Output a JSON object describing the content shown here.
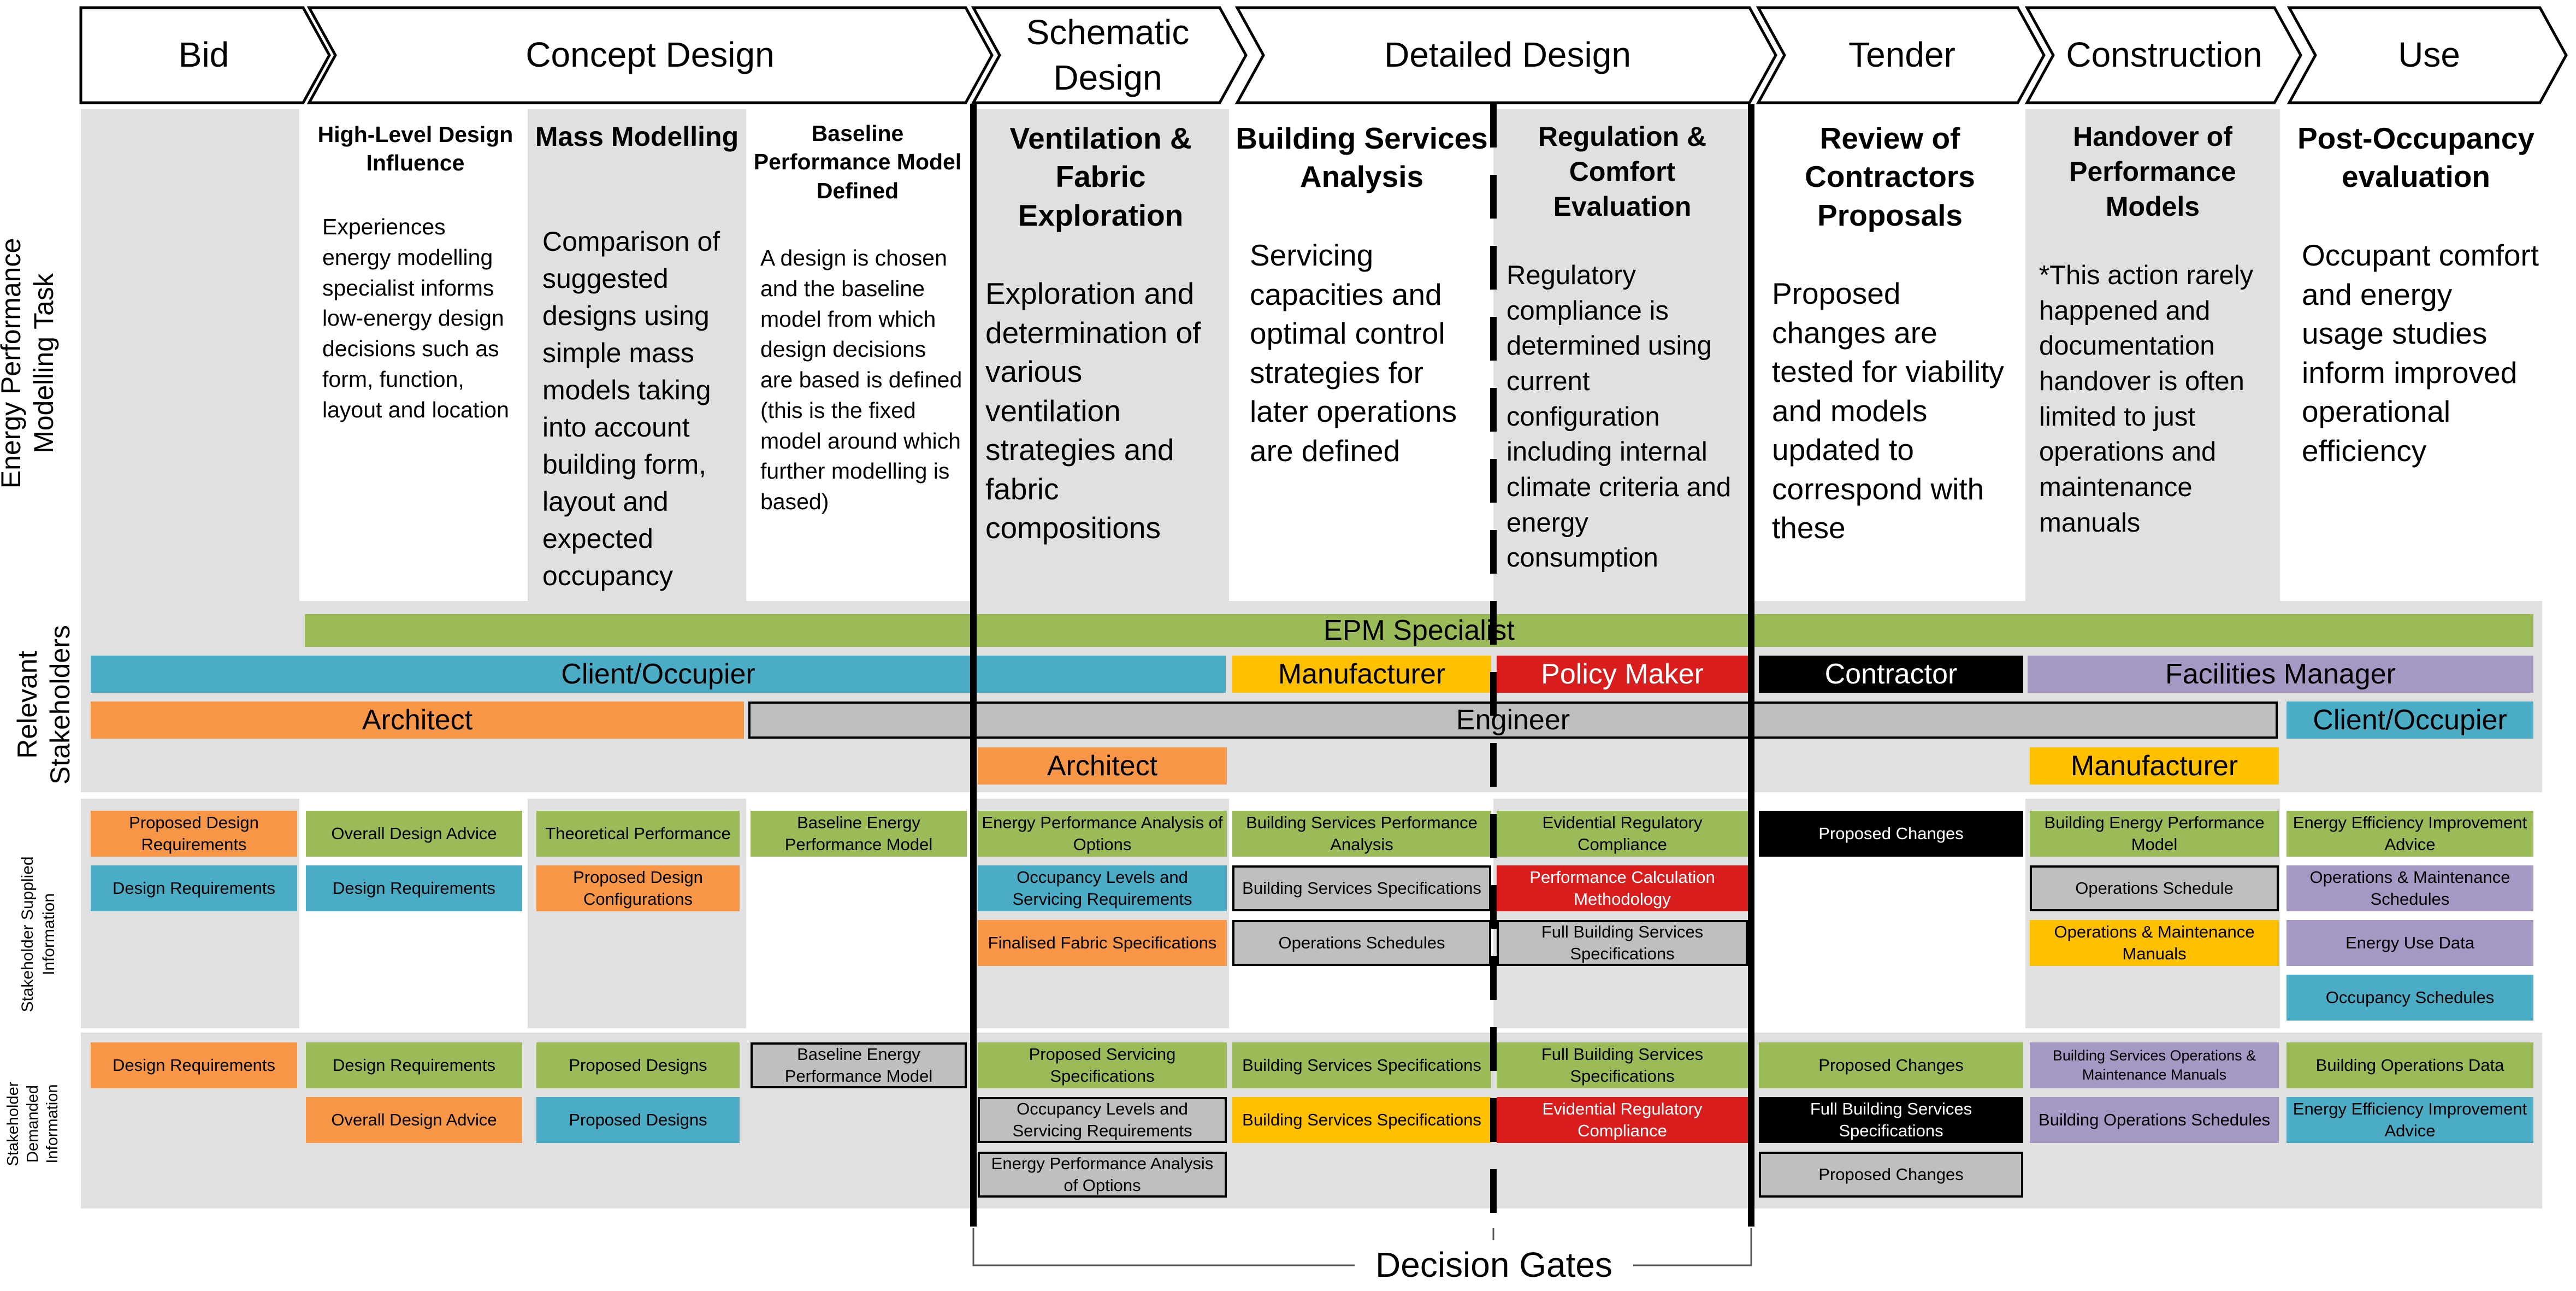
{
  "phases": [
    "Bid",
    "Concept Design",
    "Schematic Design",
    "Detailed Design",
    "Tender",
    "Construction",
    "Use"
  ],
  "row_labels": {
    "task": "Energy Performance Modelling Task",
    "stakeholders": "Relevant Stakeholders",
    "supplied": "Stakeholder Supplied Information",
    "demanded": "Stakeholder Demanded Information"
  },
  "tasks": [
    {
      "title": "High-Level Design Influence",
      "body": "Experiences energy modelling specialist informs low-energy design decisions such as form, function, layout and location"
    },
    {
      "title": "Mass Modelling",
      "body": "Comparison of suggested designs using simple mass models taking into account building form, layout and expected occupancy"
    },
    {
      "title": "Baseline Performance Model Defined",
      "body": "A design is chosen and the baseline model from which design decisions are based is defined (this is the fixed model around which further modelling is based)"
    },
    {
      "title": "Ventilation & Fabric Exploration",
      "body": "Exploration and determination of various ventilation strategies and fabric compositions"
    },
    {
      "title": "Building Services Analysis",
      "body": "Servicing capacities and optimal control strategies for later operations are defined"
    },
    {
      "title": "Regulation & Comfort Evaluation",
      "body": "Regulatory compliance is determined using current configuration including internal climate criteria and energy consumption"
    },
    {
      "title": "Review of Contractors Proposals",
      "body": "Proposed changes are tested for viability and models updated to correspond with these"
    },
    {
      "title": "Handover of Performance Models",
      "body": "*This action rarely happened and documentation handover is often limited to just operations and maintenance manuals"
    },
    {
      "title": "Post-Occupancy evaluation",
      "body": "Occupant comfort and energy usage studies inform improved operational efficiency"
    }
  ],
  "stakeholders": {
    "epm": "EPM Specialist",
    "client1": "Client/Occupier",
    "manufacturer1": "Manufacturer",
    "policy": "Policy Maker",
    "contractor": "Contractor",
    "facilities": "Facilities Manager",
    "architect1": "Architect",
    "engineer": "Engineer",
    "client2": "Client/Occupier",
    "architect2": "Architect",
    "manufacturer2": "Manufacturer"
  },
  "supplied": {
    "bid1": "Proposed Design Requirements",
    "bid2": "Design Requirements",
    "cd1a": "Overall Design Advice",
    "cd1b": "Design Requirements",
    "cd2a": "Theoretical Performance",
    "cd2b": "Proposed Design Configurations",
    "cd3a": "Baseline Energy Performance Model",
    "sd1": "Energy Performance Analysis of Options",
    "sd2": "Occupancy Levels and Servicing Requirements",
    "sd3": "Finalised Fabric Specifications",
    "dd1a": "Building Services Performance Analysis",
    "dd1b": "Building Services Specifications",
    "dd1c": "Operations Schedules",
    "dd2a": "Evidential Regulatory Compliance",
    "dd2b": "Performance Calculation Methodology",
    "dd2c": "Full Building Services Specifications",
    "t1": "Proposed Changes",
    "c1": "Building Energy Performance Model",
    "c2": "Operations Schedule",
    "c3": "Operations & Maintenance Manuals",
    "u1": "Energy Efficiency Improvement Advice",
    "u2": "Operations & Maintenance Schedules",
    "u3": "Energy Use Data",
    "u4": "Occupancy Schedules"
  },
  "demanded": {
    "bid1": "Design Requirements",
    "cd1a": "Design Requirements",
    "cd1b": "Overall Design Advice",
    "cd2a": "Proposed Designs",
    "cd2b": "Proposed Designs",
    "cd3a": "Baseline Energy Performance Model",
    "sd1": "Proposed Servicing Specifications",
    "sd2": "Occupancy Levels and Servicing Requirements",
    "sd3": "Energy Performance Analysis of Options",
    "dd1a": "Building Services Specifications",
    "dd1b": "Building Services Specifications",
    "dd2a": "Full Building Services Specifications",
    "dd2b": "Evidential Regulatory Compliance",
    "t1": "Proposed Changes",
    "t2": "Full Building Services Specifications",
    "t3": "Proposed Changes",
    "c1": "Building Services Operations & Maintenance Manuals",
    "c2": "Building Operations Schedules",
    "u1": "Building Operations Data",
    "u2": "Energy Efficiency Improvement Advice"
  },
  "decision_gates": "Decision Gates",
  "colors": {
    "green": "#9bbb59",
    "blue": "#4bacc6",
    "orange": "#f79646",
    "gray": "#bfbfbf",
    "yellow": "#ffc000",
    "red": "#d91c1c",
    "black": "#000000",
    "purple": "#a598c4",
    "band": "#e0e0e0"
  }
}
